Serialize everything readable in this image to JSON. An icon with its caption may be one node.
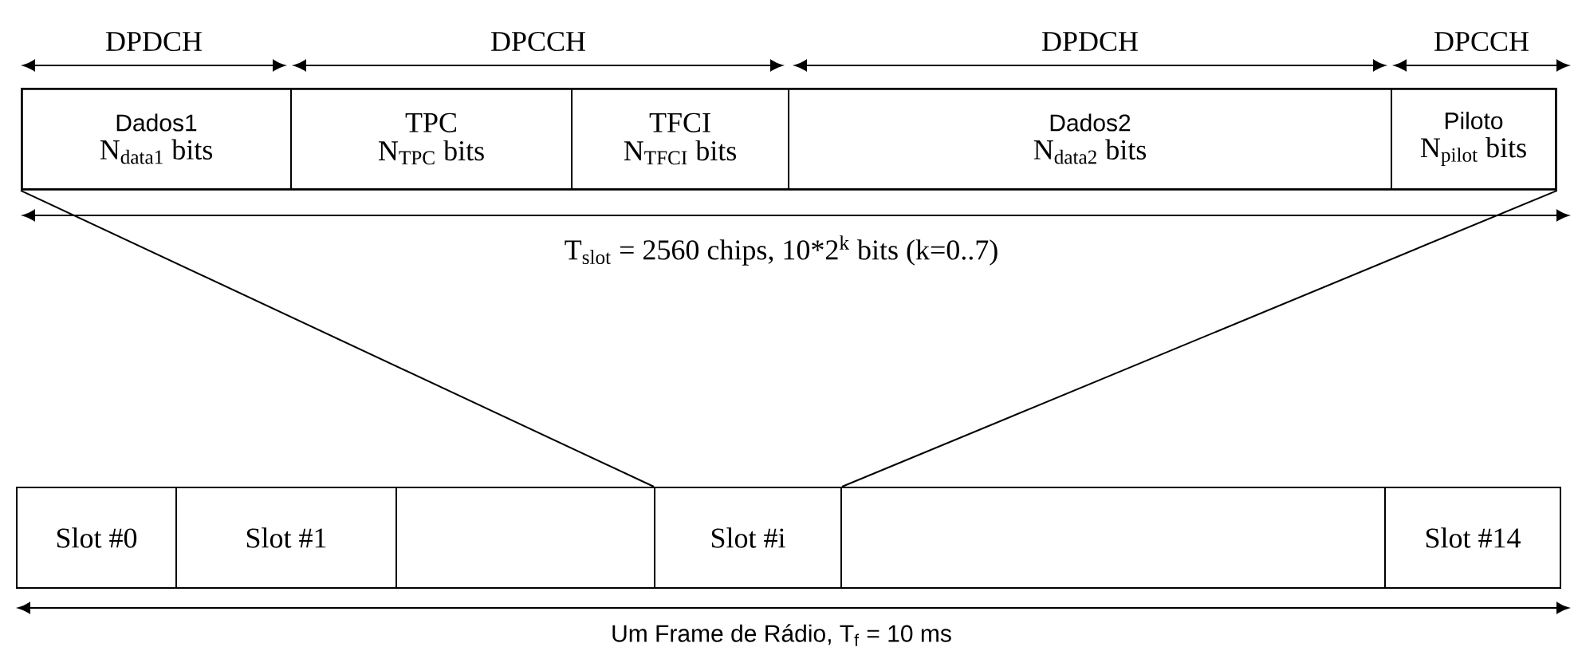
{
  "diagram": {
    "nodes": [
      {
        "text": [],
        "shape": "box"
      },
      {
        "text": [
          "Dados1",
          "N$_{data1}$ bits"
        ],
        "in": 0
      },
      {
        "text": [
          "TPC",
          "N$_{TPC}$ bits"
        ],
        "in": 0
      },
      {
        "text": [
          "TFCI",
          "N$_{TFCI}$ bits"
        ],
        "in": 0
      },
      {
        "text": [
          "Dados2",
          "N$_{data2}$ bits"
        ],
        "in": 0
      },
      {
        "text": [
          "Piloto",
          "N$_{pilot}$ bits"
        ],
        "in": 0
      },
      {
        "text": [
          "Slot #0"
        ]
      },
      {
        "text": [
          "Slot #1"
        ]
      },
      {
        "text": [],
        "shape": "box"
      },
      {
        "text": [
          "Slot #i"
        ]
      },
      {
        "text": [],
        "shape": "box"
      },
      {
        "text": [
          "Slot #14"
        ]
      }
    ],
    "edges": [
      {
        "from": 9,
        "to": 0,
        "arrow": "none"
      },
      {
        "from": 9,
        "to": 0,
        "arrow": "none"
      }
    ],
    "labels": [
      "DPDCH",
      "DPCCH",
      "DPDCH",
      "DPCCH",
      "T$_{slot}$ = 2560 chips, 10*2$^{k}$ bits (k=0..7)",
      "Um Frame de Rádio, T$_{f}$ = 10 ms"
    ]
  }
}
